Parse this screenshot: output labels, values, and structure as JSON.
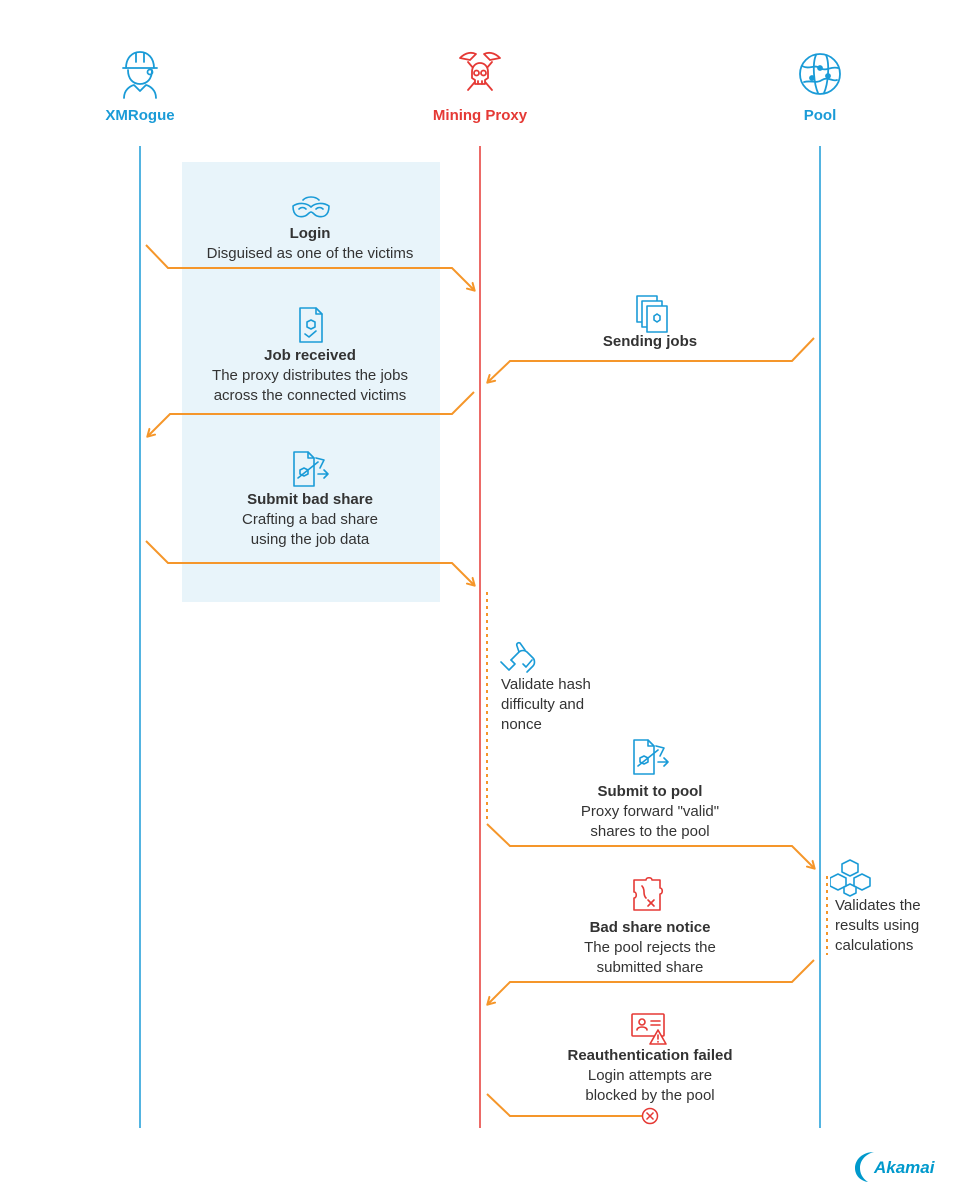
{
  "colors": {
    "blue": "#1a9bd7",
    "red": "#e53935",
    "orange": "#f5962a",
    "panel": "#e8f4fa",
    "text": "#333333"
  },
  "actors": [
    {
      "label": "XMRogue",
      "icon": "hardhat-worker-icon",
      "color": "#1a9bd7"
    },
    {
      "label": "Mining Proxy",
      "icon": "skull-pickaxe-icon",
      "color": "#e53935"
    },
    {
      "label": "Pool",
      "icon": "globe-network-icon",
      "color": "#1a9bd7"
    }
  ],
  "steps": {
    "login": {
      "icon": "mask-icon",
      "title": "Login",
      "lines": [
        "Disguised as one of the victims"
      ]
    },
    "sending_jobs": {
      "icon": "documents-icon",
      "title": "Sending jobs",
      "lines": []
    },
    "job_received": {
      "icon": "document-check-icon",
      "title": "Job received",
      "lines": [
        "The proxy distributes the jobs",
        "across the connected victims"
      ]
    },
    "submit_bad_share": {
      "icon": "document-transfer-icon",
      "title": "Submit bad share",
      "lines": [
        "Crafting a bad share",
        "using the job data"
      ]
    },
    "validate_hash": {
      "icon": "hand-check-icon",
      "title": "",
      "lines": [
        "Validate hash",
        "difficulty and",
        "nonce"
      ]
    },
    "submit_to_pool": {
      "icon": "document-transfer-icon",
      "title": "Submit to pool",
      "lines": [
        "Proxy forward \"valid\"",
        "shares to the pool"
      ]
    },
    "validates_results": {
      "icon": "blocks-icon",
      "title": "",
      "lines": [
        "Validates the",
        "results using",
        "calculations"
      ]
    },
    "bad_share_notice": {
      "icon": "puzzle-error-icon",
      "title": "Bad share notice",
      "lines": [
        "The pool rejects the",
        "submitted share"
      ]
    },
    "reauth_failed": {
      "icon": "id-card-warning-icon",
      "title": "Reauthentication failed",
      "lines": [
        "Login attempts are",
        "blocked by the pool"
      ]
    }
  },
  "logo": {
    "text": "Akamai",
    "icon": "akamai-logo-icon"
  }
}
